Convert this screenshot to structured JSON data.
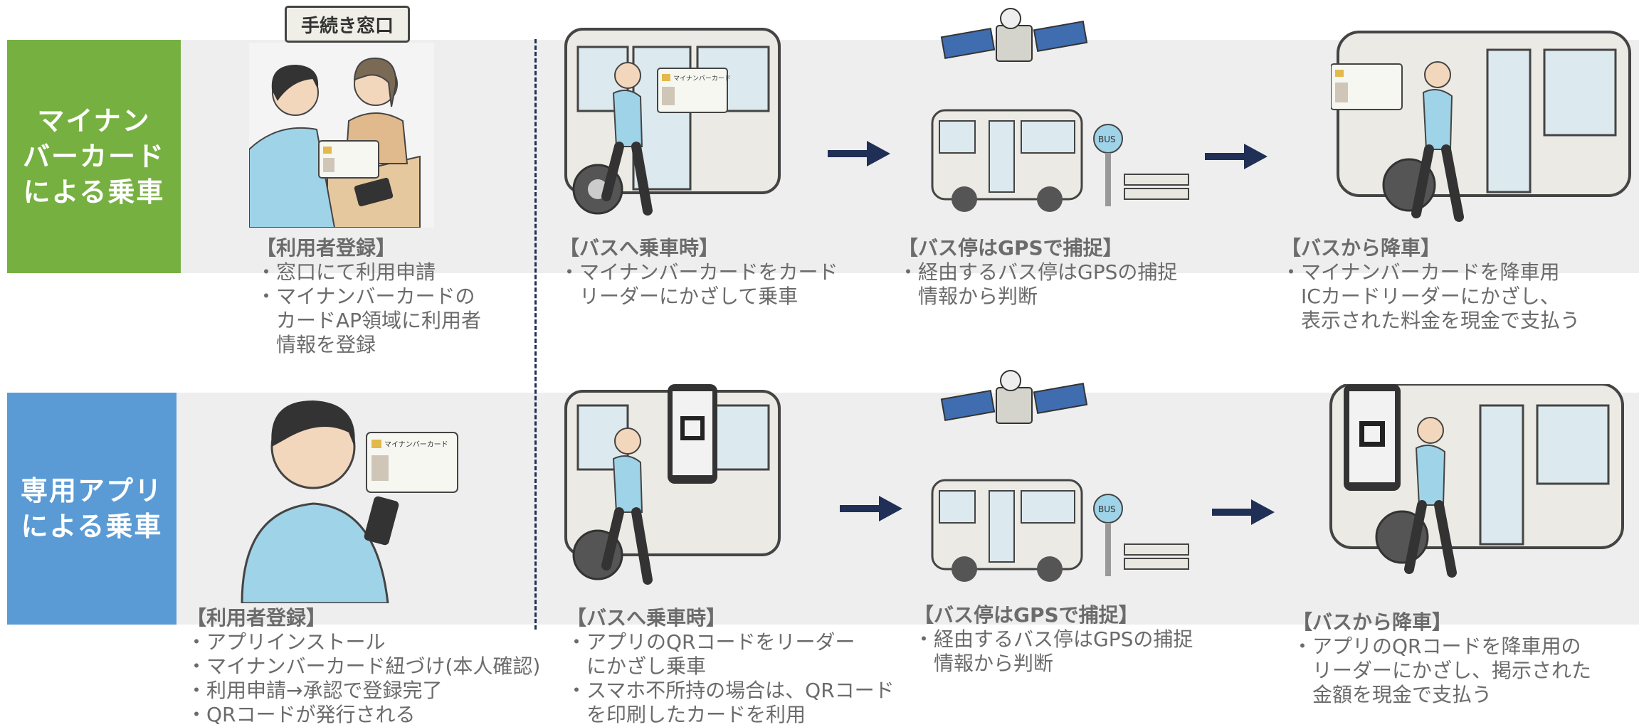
{
  "colors": {
    "green": "#76b041",
    "blue": "#5b9bd5",
    "navy": "#1f2f55",
    "band": "#eeeeee",
    "caption": "#6b6b6b"
  },
  "counter_label": "手続き窓口",
  "rows": [
    {
      "label_lines": [
        "マイナン",
        "バーカード",
        "による乗車"
      ],
      "steps": [
        {
          "title": "【利用者登録】",
          "items": [
            "・窓口にて利用申請",
            "・マイナンバーカードの",
            "　カードAP領域に利用者",
            "　情報を登録"
          ]
        },
        {
          "title": "【バスへ乗車時】",
          "items": [
            "・マイナンバーカードをカード",
            "　リーダーにかざして乗車"
          ]
        },
        {
          "title": "【バス停はGPSで捕捉】",
          "items": [
            "・経由するバス停はGPSの捕捉",
            "　情報から判断"
          ]
        },
        {
          "title": "【バスから降車】",
          "items": [
            "・マイナンバーカードを降車用",
            "　ICカードリーダーにかざし、",
            "　表示された料金を現金で支払う"
          ]
        }
      ]
    },
    {
      "label_lines": [
        "専用アプリ",
        "による乗車"
      ],
      "steps": [
        {
          "title": "【利用者登録】",
          "items": [
            "・アプリインストール",
            "・マイナンバーカード紐づけ(本人確認)",
            "・利用申請→承認で登録完了",
            "・QRコードが発行される"
          ]
        },
        {
          "title": "【バスへ乗車時】",
          "items": [
            "・アプリのQRコードをリーダー",
            "　にかざし乗車",
            "・スマホ不所持の場合は、QRコード",
            "　を印刷したカードを利用"
          ]
        },
        {
          "title": "【バス停はGPSで捕捉】",
          "items": [
            "・経由するバス停はGPSの捕捉",
            "　情報から判断"
          ]
        },
        {
          "title": "【バスから降車】",
          "items": [
            "・アプリのQRコードを降車用の",
            "　リーダーにかざし、掲示された",
            "　金額を現金で支払う"
          ]
        }
      ]
    }
  ],
  "card_label": "マイナンバーカード",
  "busstop_label": "BUS"
}
